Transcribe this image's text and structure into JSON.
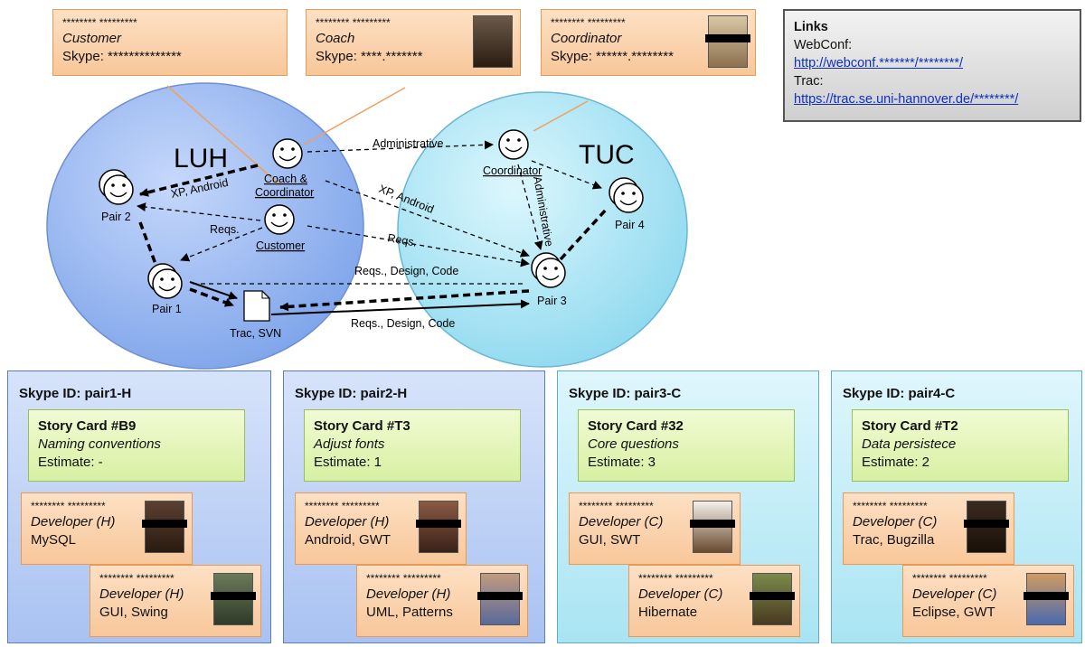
{
  "top_cards": [
    {
      "name": "******** *********",
      "role": "Customer",
      "skype": "Skype: **************"
    },
    {
      "name": "******** *********",
      "role": "Coach",
      "skype": "Skype: ****.*******"
    },
    {
      "name": "******** *********",
      "role": "Coordinator",
      "skype": "Skype: ******.********"
    }
  ],
  "links": {
    "title": "Links",
    "webconf_label": "WebConf:",
    "webconf_url": "http://webconf.*******/********/",
    "trac_label": "Trac:",
    "trac_url": "https://trac.se.uni-hannover.de/********/"
  },
  "diagram": {
    "luh": "LUH",
    "tuc": "TUC",
    "nodes": {
      "coach": "Coach &",
      "coach2": "Coordinator",
      "customer": "Customer",
      "coordinator": "Coordinator",
      "pair1": "Pair 1",
      "pair2": "Pair 2",
      "pair3": "Pair 3",
      "pair4": "Pair 4",
      "trac": "Trac, SVN"
    },
    "edges": {
      "administrative": "Administrative",
      "administrative_v": "Administrative",
      "xp_android_left": "XP, Android",
      "xp_android_right": "XP, Android",
      "reqs_left": "Reqs.",
      "reqs_right": "Reqs.",
      "rdc_top": "Reqs., Design, Code",
      "rdc_bottom": "Reqs., Design, Code"
    }
  },
  "pairs": [
    {
      "skype": "Skype ID: pair1-H",
      "story_title": "Story Card #B9",
      "story_sub": "Naming conventions",
      "estimate": "Estimate: -",
      "devs": [
        {
          "name": "******** *********",
          "role": "Developer (H)",
          "skills": "MySQL"
        },
        {
          "name": "******** *********",
          "role": "Developer (H)",
          "skills": "GUI, Swing"
        }
      ]
    },
    {
      "skype": "Skype ID: pair2-H",
      "story_title": "Story Card #T3",
      "story_sub": "Adjust fonts",
      "estimate": "Estimate: 1",
      "devs": [
        {
          "name": "******** *********",
          "role": "Developer (H)",
          "skills": "Android, GWT"
        },
        {
          "name": "******** *********",
          "role": "Developer (H)",
          "skills": "UML, Patterns"
        }
      ]
    },
    {
      "skype": "Skype ID: pair3-C",
      "story_title": "Story Card #32",
      "story_sub": "Core questions",
      "estimate": "Estimate: 3",
      "devs": [
        {
          "name": "******** *********",
          "role": "Developer (C)",
          "skills": "GUI, SWT"
        },
        {
          "name": "******** *********",
          "role": "Developer (C)",
          "skills": "Hibernate"
        }
      ]
    },
    {
      "skype": "Skype ID: pair4-C",
      "story_title": "Story Card #T2",
      "story_sub": "Data persistece",
      "estimate": "Estimate: 2",
      "devs": [
        {
          "name": "******** *********",
          "role": "Developer (C)",
          "skills": "Trac, Bugzilla"
        },
        {
          "name": "******** *********",
          "role": "Developer (C)",
          "skills": "Eclipse, GWT"
        }
      ]
    }
  ]
}
